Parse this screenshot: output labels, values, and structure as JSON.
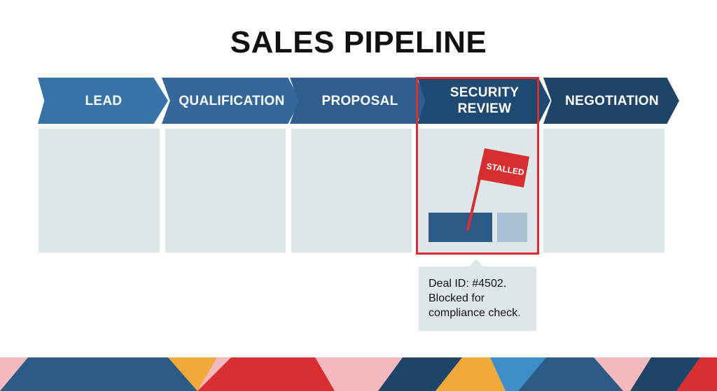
{
  "title": "SALES PIPELINE",
  "stages": [
    {
      "lines": [
        "LEAD"
      ],
      "color": "#3873a8"
    },
    {
      "lines": [
        "QUALIFICATION"
      ],
      "color": "#34689b"
    },
    {
      "lines": [
        "PROPOSAL"
      ],
      "color": "#2f5e8e"
    },
    {
      "lines": [
        "SECURITY",
        "REVIEW"
      ],
      "color": "#1f4a73"
    },
    {
      "lines": [
        "NEGOTIATION"
      ],
      "color": "#1e4468"
    }
  ],
  "stalled_flag": {
    "label": "STALLED",
    "color": "#d72f2f"
  },
  "highlight_color": "#d72f2f",
  "tooltip": {
    "lines": [
      "Deal ID: #4502.",
      "Blocked for",
      "compliance check."
    ]
  },
  "footer_colors": {
    "blue": "#2c5b86",
    "navy": "#1e4468",
    "yellow": "#f2a93b",
    "red": "#d72f2f",
    "pink": "#f3b9bd",
    "sky": "#3c8fc9"
  }
}
